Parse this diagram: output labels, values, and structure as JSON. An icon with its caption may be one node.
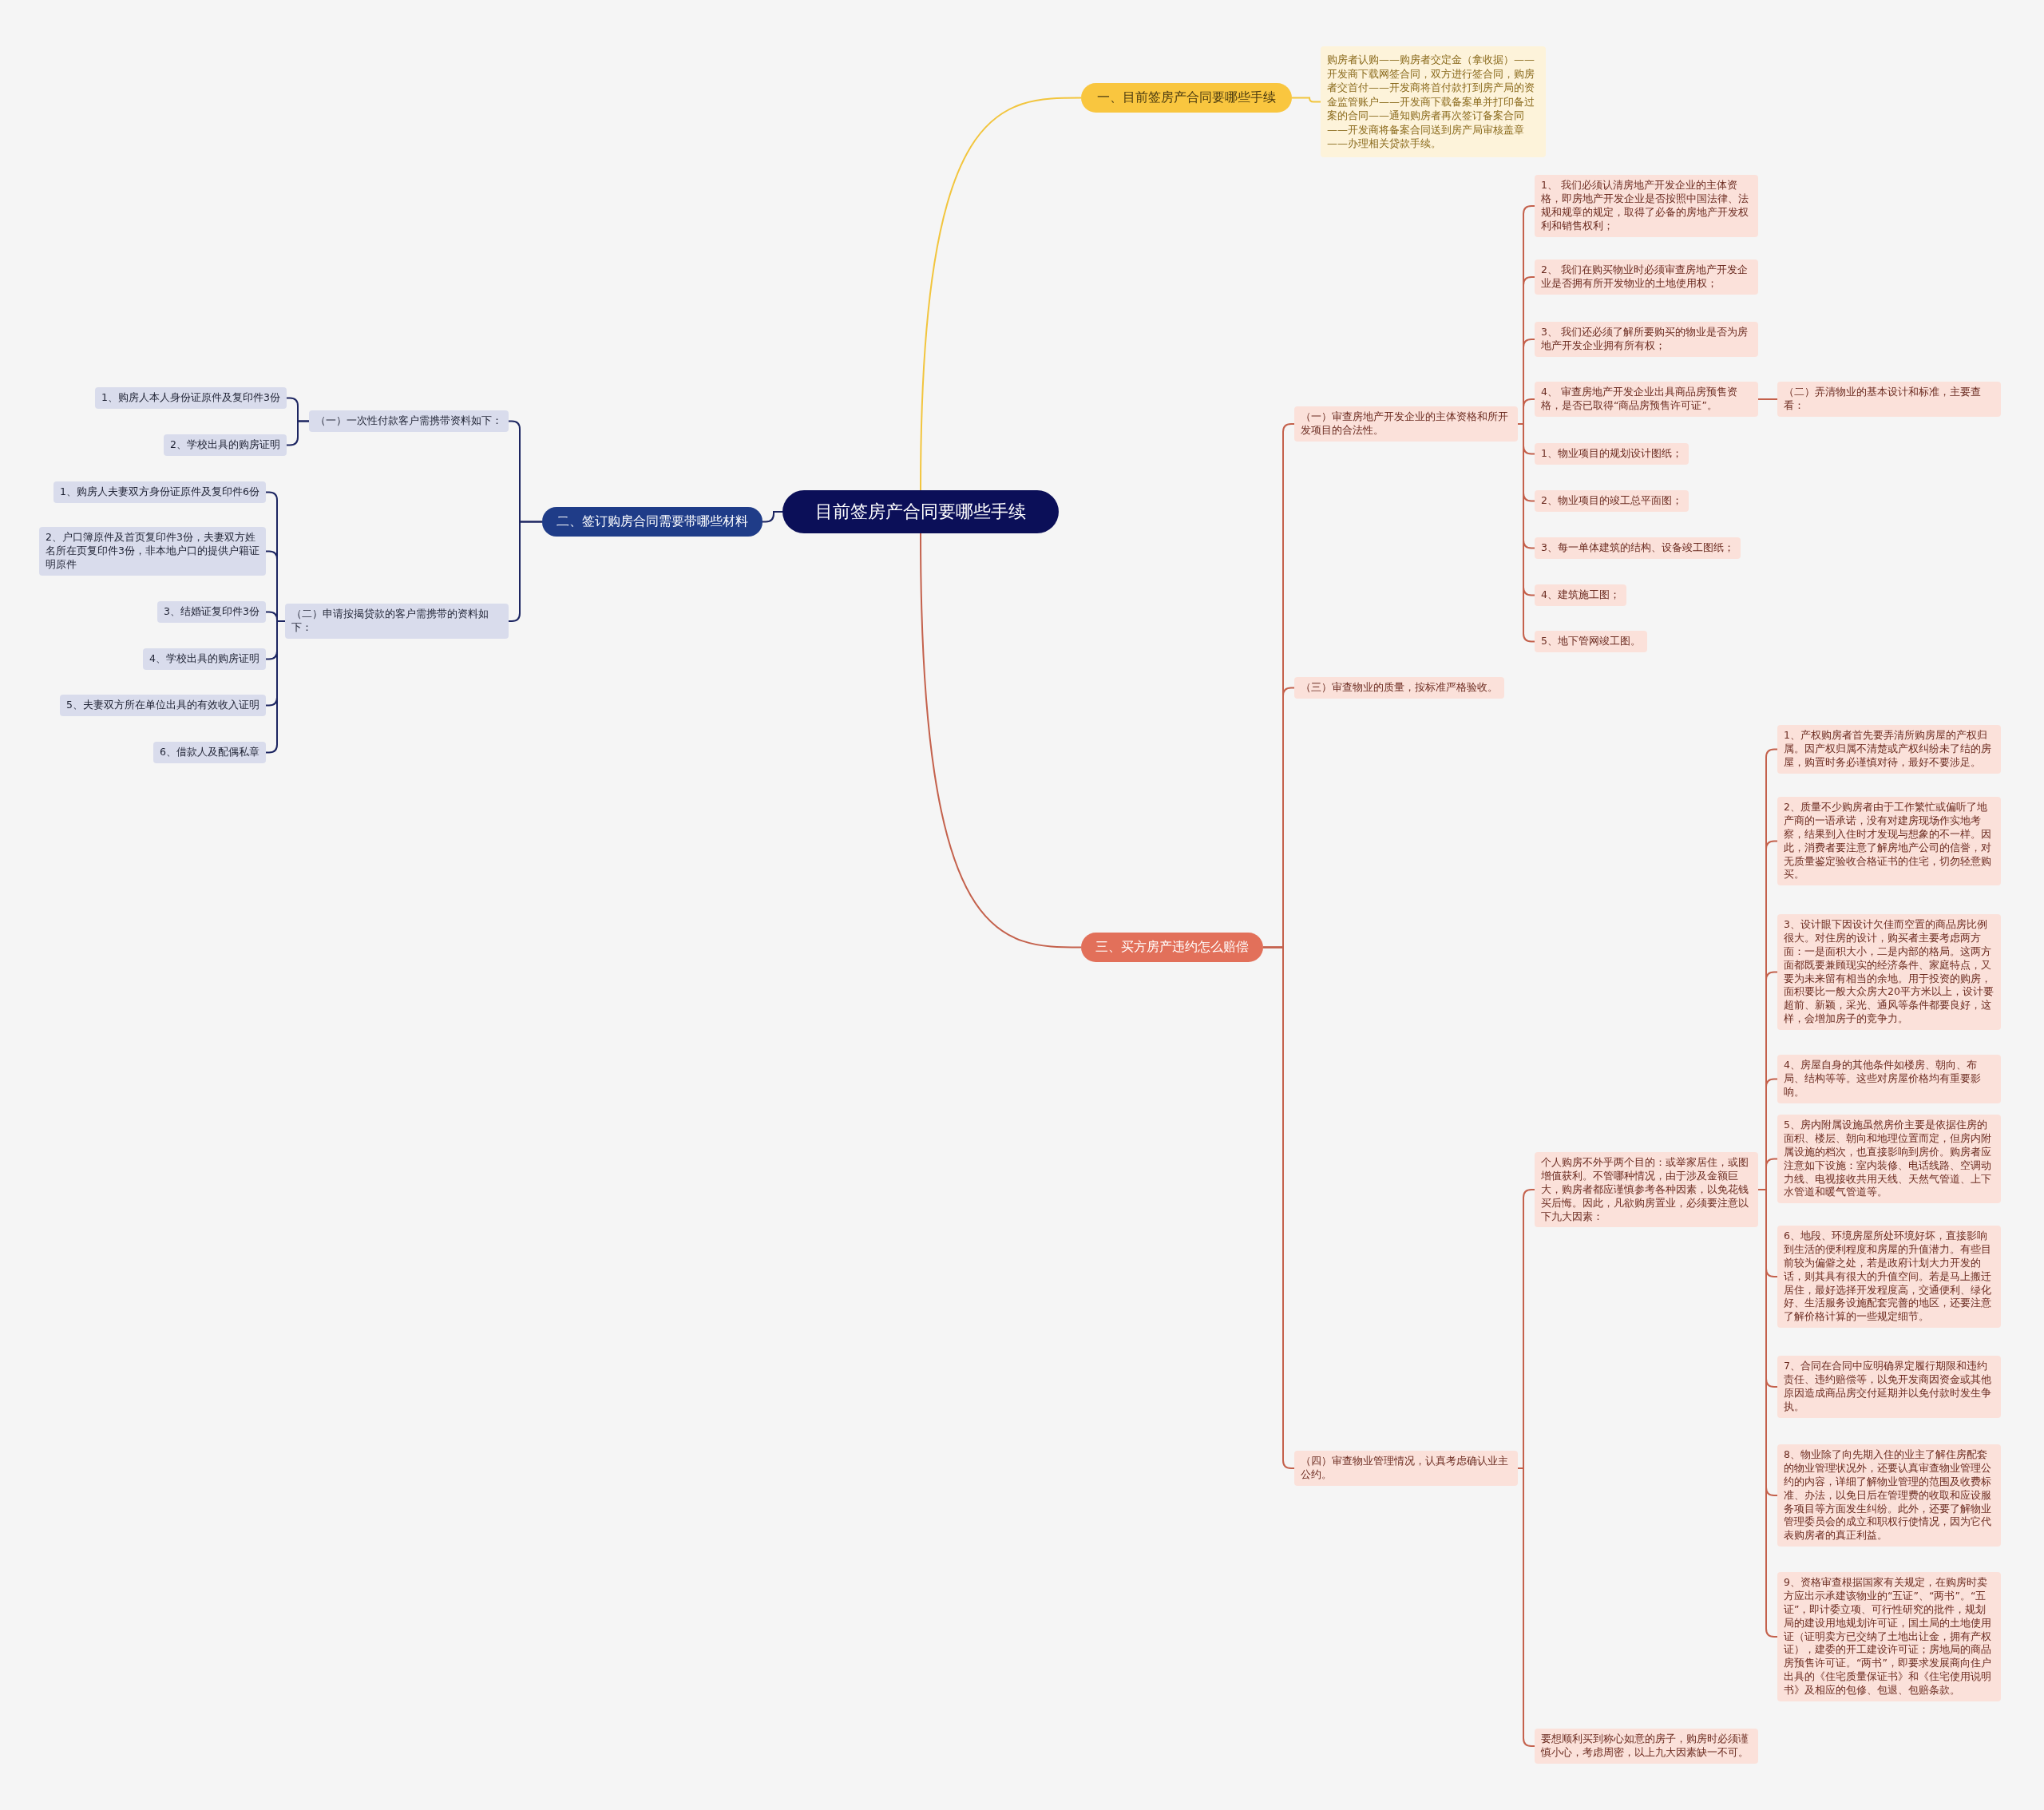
{
  "diagram": {
    "nodes": [
      {
        "text": [
          "目前签房产合同要哪些手续"
        ]
      },
      {
        "text": [
          "一、目前签房产合同要哪些手续"
        ]
      },
      {
        "text": [
          "购房者认购——购房者交定金（拿收据）——开发商下载网签合同，双方进行签合同，购房者交首付——开发商将首付款打到房产局的资金监管账户——开发商下载备案单并打印备过案的合同——通知购房者再次签订备案合同——开发商将备案合同送到房产局审核盖章——办理相关贷款手续。"
        ]
      },
      {
        "text": [
          "二、签订购房合同需要带哪些材料"
        ]
      },
      {
        "text": [
          "（一）一次性付款客户需携带资料如下："
        ]
      },
      {
        "text": [
          "1、购房人本人身份证原件及复印件3份"
        ]
      },
      {
        "text": [
          "2、学校出具的购房证明"
        ]
      },
      {
        "text": [
          "（二）申请按揭贷款的客户需携带的资料如下："
        ]
      },
      {
        "text": [
          "1、购房人夫妻双方身份证原件及复印件6份"
        ]
      },
      {
        "text": [
          "2、户口簿原件及首页复印件3份，夫妻双方姓名所在页复印件3份，非本地户口的提供户籍证明原件"
        ]
      },
      {
        "text": [
          "3、结婚证复印件3份"
        ]
      },
      {
        "text": [
          "4、学校出具的购房证明"
        ]
      },
      {
        "text": [
          "5、夫妻双方所在单位出具的有效收入证明"
        ]
      },
      {
        "text": [
          "6、借款人及配偶私章"
        ]
      },
      {
        "text": [
          "三、买方房产违约怎么赔偿"
        ]
      },
      {
        "text": [
          "（一）审查房地产开发企业的主体资格和所开发项目的合法性。"
        ]
      },
      {
        "text": [
          "1、 我们必须认清房地产开发企业的主体资格，即房地产开发企业是否按照中国法律、法规和规章的规定，取得了必备的房地产开发权利和销售权利；"
        ]
      },
      {
        "text": [
          "2、 我们在购买物业时必须审查房地产开发企业是否拥有所开发物业的土地使用权；"
        ]
      },
      {
        "text": [
          "3、 我们还必须了解所要购买的物业是否为房地产开发企业拥有所有权；"
        ]
      },
      {
        "text": [
          "4、 审查房地产开发企业出具商品房预售资格，是否已取得“商品房预售许可证”。"
        ]
      },
      {
        "text": [
          "（二）弄清物业的基本设计和标准，主要查看："
        ]
      },
      {
        "text": [
          "1、物业项目的规划设计图纸；"
        ]
      },
      {
        "text": [
          "2、物业项目的竣工总平面图；"
        ]
      },
      {
        "text": [
          "3、每一单体建筑的结构、设备竣工图纸；"
        ]
      },
      {
        "text": [
          "4、建筑施工图；"
        ]
      },
      {
        "text": [
          "5、地下管网竣工图。"
        ]
      },
      {
        "text": [
          "（三）审查物业的质量，按标准严格验收。"
        ]
      },
      {
        "text": [
          "（四）审查物业管理情况，认真考虑确认业主公约。"
        ]
      },
      {
        "text": [
          "个人购房不外乎两个目的：或举家居住，或图增值获利。不管哪种情况，由于涉及金额巨大，购房者都应谨慎参考各种因素，以免花钱买后悔。因此，凡欲购房置业，必须要注意以下九大因素："
        ]
      },
      {
        "text": [
          "1、产权购房者首先要弄清所购房屋的产权归属。因产权归属不清楚或产权纠纷未了结的房屋，购置时务必谨慎对待，最好不要涉足。"
        ]
      },
      {
        "text": [
          "2、质量不少购房者由于工作繁忙或偏听了地产商的一语承诺，没有对建房现场作实地考察，结果到入住时才发现与想象的不一样。因此，消费者要注意了解房地产公司的信誉，对无质量鉴定验收合格证书的住宅，切勿轻意购买。"
        ]
      },
      {
        "text": [
          "3、设计眼下因设计欠佳而空置的商品房比例很大。对住房的设计，购买者主要考虑两方面：一是面积大小，二是内部的格局。这两方面都既要兼顾现实的经济条件、家庭特点，又要为未来留有相当的余地。用于投资的购房，面积要比一般大众房大20平方米以上，设计要超前、新颖，采光、通风等条件都要良好，这样，会增加房子的竞争力。"
        ]
      },
      {
        "text": [
          "4、房屋自身的其他条件如楼房、朝向、布局、结构等等。这些对房屋价格均有重要影响。"
        ]
      },
      {
        "text": [
          "5、房内附属设施虽然房价主要是依据住房的面积、楼层、朝向和地理位置而定，但房内附属设施的档次，也直接影响到房价。购房者应注意如下设施：室内装修、电话线路、空调动力线、电视接收共用天线、天然气管道、上下水管道和暖气管道等。"
        ]
      },
      {
        "text": [
          "6、地段、环境房屋所处环境好坏，直接影响到生活的便利程度和房屋的升值潜力。有些目前较为偏僻之处，若是政府计划大力开发的话，则其具有很大的升值空间。若是马上搬迁居住，最好选择开发程度高，交通便利、绿化好、生活服务设施配套完善的地区，还要注意了解价格计算的一些规定细节。"
        ]
      },
      {
        "text": [
          "7、合同在合同中应明确界定履行期限和违约责任、违约赔偿等，以免开发商因资金或其他原因造成商品房交付延期并以免付款时发生争执。"
        ]
      },
      {
        "text": [
          "8、物业除了向先期入住的业主了解住房配套的物业管理状况外，还要认真审查物业管理公约的内容，详细了解物业管理的范围及收费标准、办法，以免日后在管理费的收取和应设服务项目等方面发生纠纷。此外，还要了解物业管理委员会的成立和职权行使情况，因为它代表购房者的真正利益。"
        ]
      },
      {
        "text": [
          "9、资格审查根据国家有关规定，在购房时卖方应出示承建该物业的“五证”、“两书”。“五证”，即计委立项、可行性研究的批件，规划局的建设用地规划许可证，国土局的土地使用证（证明卖方已交纳了土地出让金，拥有产权证），建委的开工建设许可证；房地局的商品房预售许可证。“两书”，即要求发展商向住户出具的《住宅质量保证书》和《住宅使用说明书》及相应的包修、包退、包赔条款。"
        ]
      },
      {
        "text": [
          "要想顺利买到称心如意的房子，购房时必须谨慎小心，考虑周密，以上九大因素缺一不可。"
        ]
      }
    ],
    "edges": [
      {
        "from": 0,
        "to": 1,
        "arrow": "none",
        "color": "#f2c53d"
      },
      {
        "from": 1,
        "to": 2,
        "arrow": "none",
        "color": "#f2c53d"
      },
      {
        "from": 0,
        "to": 3,
        "arrow": "none",
        "color": "#1c2561"
      },
      {
        "from": 3,
        "to": 4,
        "arrow": "none",
        "color": "#1c2561"
      },
      {
        "from": 4,
        "to": 5,
        "arrow": "none",
        "color": "#1c2561"
      },
      {
        "from": 4,
        "to": 6,
        "arrow": "none",
        "color": "#1c2561"
      },
      {
        "from": 3,
        "to": 7,
        "arrow": "none",
        "color": "#1c2561"
      },
      {
        "from": 7,
        "to": 8,
        "arrow": "none",
        "color": "#1c2561"
      },
      {
        "from": 7,
        "to": 9,
        "arrow": "none",
        "color": "#1c2561"
      },
      {
        "from": 7,
        "to": 10,
        "arrow": "none",
        "color": "#1c2561"
      },
      {
        "from": 7,
        "to": 11,
        "arrow": "none",
        "color": "#1c2561"
      },
      {
        "from": 7,
        "to": 12,
        "arrow": "none",
        "color": "#1c2561"
      },
      {
        "from": 7,
        "to": 13,
        "arrow": "none",
        "color": "#1c2561"
      },
      {
        "from": 0,
        "to": 14,
        "arrow": "none"
      },
      {
        "from": 14,
        "to": 15,
        "arrow": "none"
      },
      {
        "from": 15,
        "to": 16,
        "arrow": "none"
      },
      {
        "from": 15,
        "to": 17,
        "arrow": "none"
      },
      {
        "from": 15,
        "to": 18,
        "arrow": "none"
      },
      {
        "from": 15,
        "to": 19,
        "arrow": "none"
      },
      {
        "from": 19,
        "to": 20,
        "arrow": "none"
      },
      {
        "from": 15,
        "to": 21,
        "arrow": "none"
      },
      {
        "from": 15,
        "to": 22,
        "arrow": "none"
      },
      {
        "from": 15,
        "to": 23,
        "arrow": "none"
      },
      {
        "from": 15,
        "to": 24,
        "arrow": "none"
      },
      {
        "from": 15,
        "to": 25,
        "arrow": "none"
      },
      {
        "from": 14,
        "to": 26,
        "arrow": "none"
      },
      {
        "from": 14,
        "to": 27,
        "arrow": "none"
      },
      {
        "from": 27,
        "to": 28,
        "arrow": "none"
      },
      {
        "from": 28,
        "to": 29,
        "arrow": "none"
      },
      {
        "from": 28,
        "to": 30,
        "arrow": "none"
      },
      {
        "from": 28,
        "to": 31,
        "arrow": "none"
      },
      {
        "from": 28,
        "to": 32,
        "arrow": "none"
      },
      {
        "from": 28,
        "to": 33,
        "arrow": "none"
      },
      {
        "from": 28,
        "to": 34,
        "arrow": "none"
      },
      {
        "from": 28,
        "to": 35,
        "arrow": "none"
      },
      {
        "from": 28,
        "to": 36,
        "arrow": "none"
      },
      {
        "from": 28,
        "to": 37,
        "arrow": "none"
      },
      {
        "from": 27,
        "to": 38,
        "arrow": "none"
      }
    ]
  }
}
